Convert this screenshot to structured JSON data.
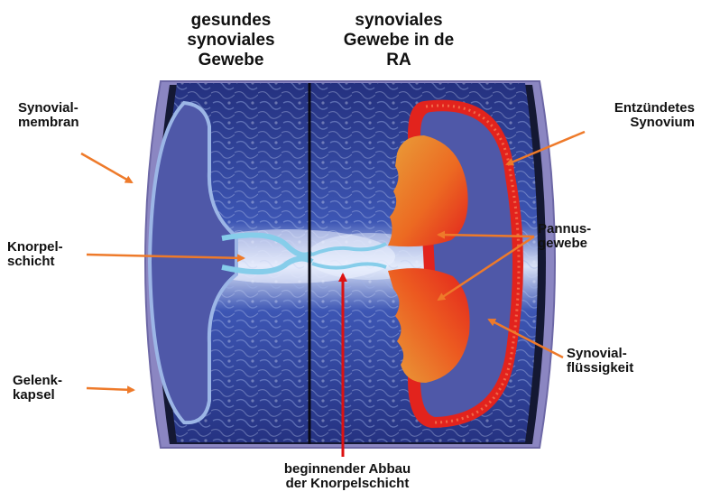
{
  "headers": {
    "healthy": [
      "gesundes",
      "synoviales",
      "Gewebe"
    ],
    "ra": [
      "synoviales",
      "Gewebe in de",
      "RA"
    ]
  },
  "labels": {
    "synovial_membrane": [
      "Synovial-",
      "membran"
    ],
    "cartilage_layer": [
      "Knorpel-",
      "schicht"
    ],
    "joint_capsule": [
      "Gelenk-",
      "kapsel"
    ],
    "inflamed_synovium": [
      "Entzündetes",
      "Synovium"
    ],
    "pannus_tissue": [
      "Pannus-",
      "gewebe"
    ],
    "synovial_fluid": [
      "Synovial-",
      "flüssigkeit"
    ],
    "cartilage_breakdown": [
      "beginnender Abbau",
      "der Knorpelschicht"
    ]
  },
  "colors": {
    "arrow": "#ee7a2a",
    "arrow_bottom": "#dd1111",
    "capsule": "#8b86c2",
    "bone": "#2e3c8e",
    "synovial_fluid": "#4f58a8",
    "membrane_outline": "#9cb6e6",
    "cartilage": "#86cdea",
    "pannus_orange": "#e8902c",
    "pannus_red": "#e8331f"
  }
}
